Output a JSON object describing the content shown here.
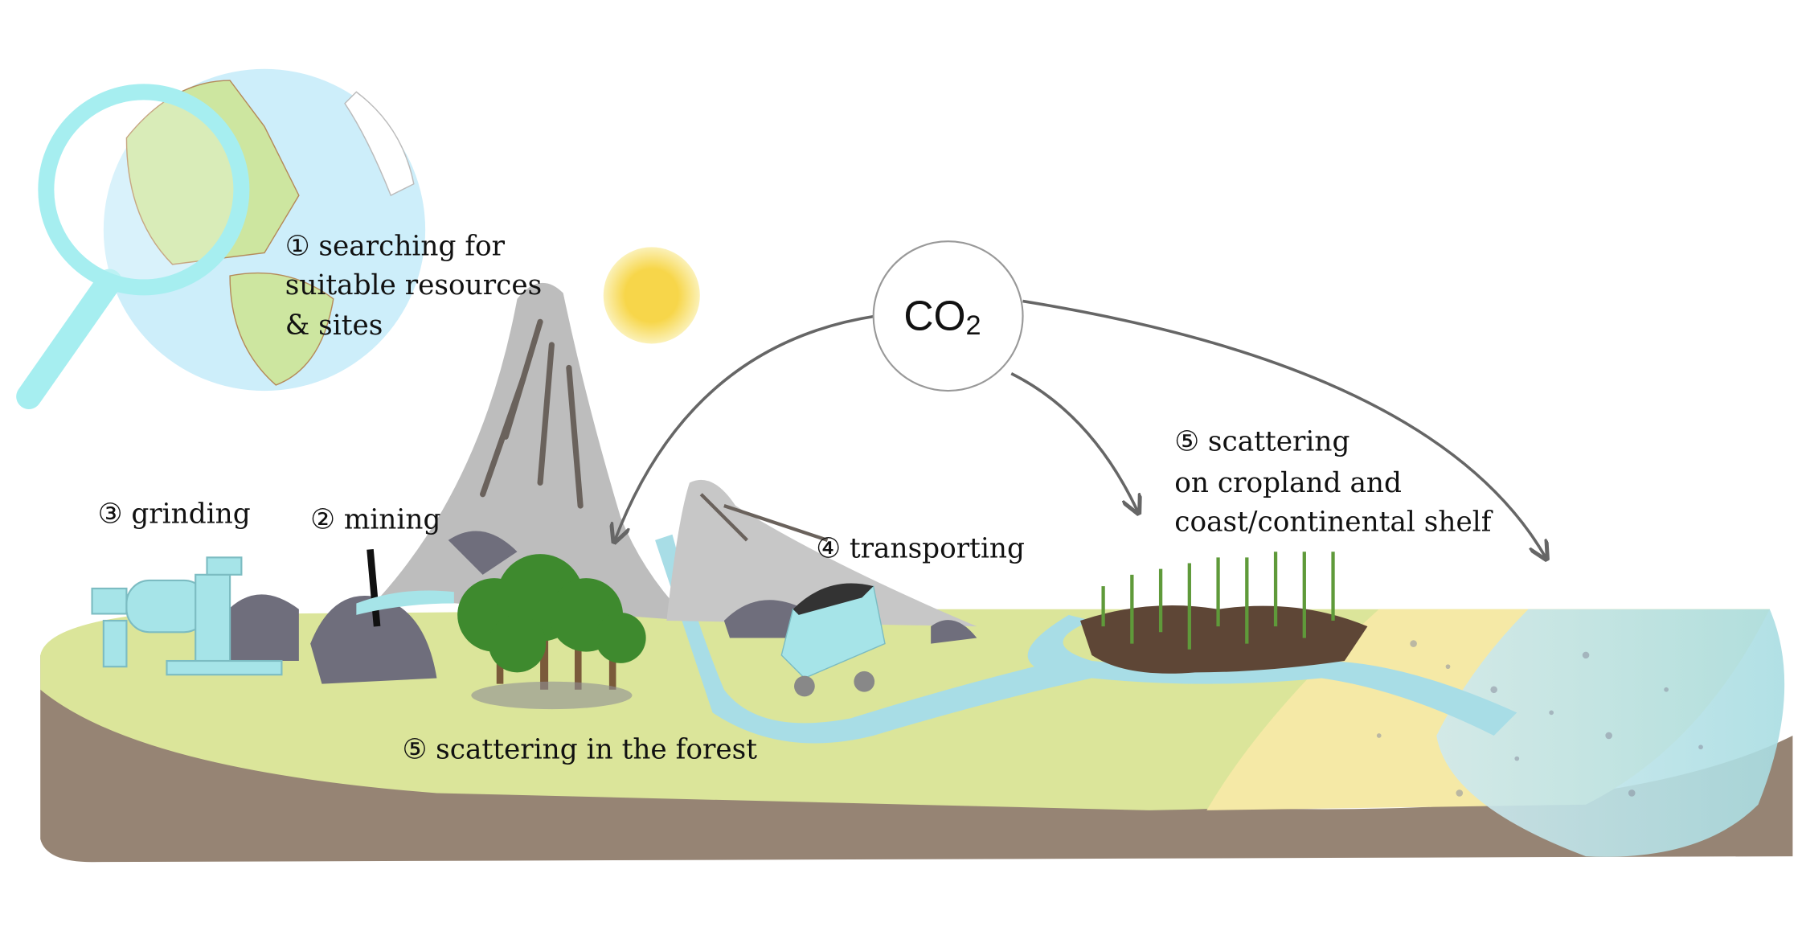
{
  "labels": {
    "searching": [
      "① searching for",
      "suitable resources",
      "& sites"
    ],
    "grinding": "③ grinding",
    "mining": "② mining",
    "transporting": "④ transporting",
    "scattering_cropland": [
      "⑤ scattering",
      "on cropland and",
      "coast/continental shelf"
    ],
    "scattering_forest": "⑤ scattering in the forest"
  },
  "co2": {
    "main": "CO",
    "sub": "2"
  },
  "colors": {
    "ground_top": "#dbe59a",
    "soil": "#968474",
    "river": "#a8dde6",
    "sea": "#b9e3e6",
    "sand": "#f5e9a6",
    "rock": "#bdbdbd",
    "globe_ocean": "#cdeefa",
    "land": "#cde6a0",
    "sun": "#f7d64a"
  }
}
